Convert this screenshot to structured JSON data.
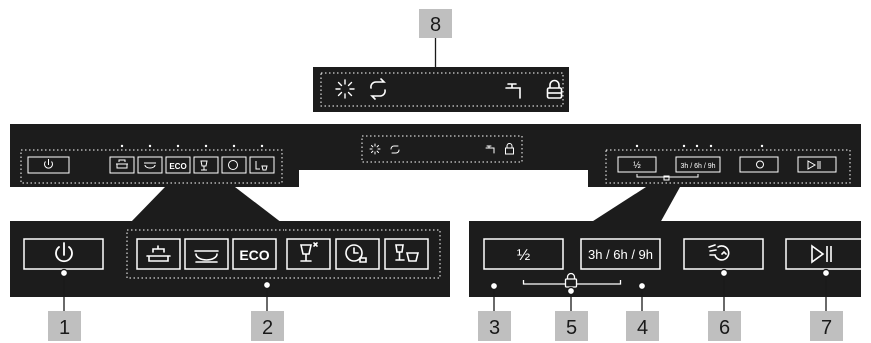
{
  "callouts": [
    "1",
    "2",
    "3",
    "4",
    "5",
    "6",
    "7",
    "8"
  ],
  "buttons": {
    "eco": "ECO",
    "half_load": "½",
    "delay": "3h / 6h / 9h",
    "delay_small": "3h / 6h / 9h"
  },
  "colors": {
    "panel": "#1c1c1c",
    "callout_box": "#bfbfbf",
    "icon": "#ffffff",
    "dotted_border": "#ffffff"
  },
  "icons": {
    "power": "power-icon",
    "intensive": "pot-icon",
    "auto": "bowl-icon",
    "quick": "glass-sparkle-icon",
    "express": "clock-90-icon",
    "delicate": "glass-cup-icon",
    "extra_dry": "extra-dry-icon",
    "start_pause": "play-pause-icon",
    "child_lock": "lock-icon",
    "rinse_aid": "rinse-aid-icon",
    "salt": "salt-refill-icon",
    "water_tap": "water-tap-icon"
  }
}
